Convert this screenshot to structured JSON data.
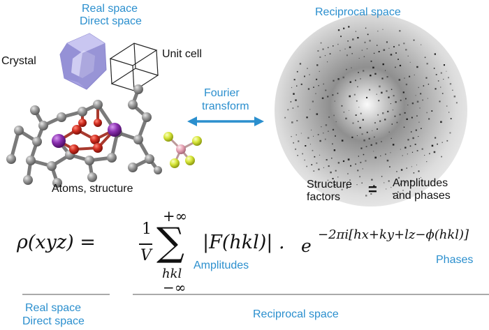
{
  "labels": {
    "real_space_top": "Real space",
    "direct_space_top": "Direct space",
    "crystal": "Crystal",
    "unit_cell": "Unit cell",
    "fourier_line1": "Fourier",
    "fourier_line2": "transform",
    "atoms_structure": "Atoms, structure",
    "reciprocal_space_top": "Reciprocal space",
    "structure_line1": "Structure",
    "structure_line2": "factors",
    "equals": "=",
    "amplitudes_line1": "Amplitudes",
    "amplitudes_line2": "and phases",
    "amplitudes_eq": "Amplitudes",
    "phases_eq": "Phases",
    "real_space_bottom": "Real space",
    "direct_space_bottom": "Direct space",
    "reciprocal_space_bottom": "Reciprocal space"
  },
  "equation": {
    "lhs": "ρ(xyz) =",
    "frac_num": "1",
    "frac_den": "V",
    "sum_upper": "+∞",
    "sum_symbol": "∑",
    "sum_lower_index": "hkl",
    "sum_lower": "−∞",
    "modulus": "|F(hkl)| .",
    "exp_base": "e",
    "exponent": "−2πi[hx+ky+lz−ϕ(hkl)]"
  },
  "colors": {
    "accent_blue": "#2b8fce",
    "crystal_purple": "#9b95d8",
    "atom_gray": "#8c8c8c",
    "atom_red": "#cc2a1e",
    "atom_purple": "#8a2fb0",
    "atom_yellow": "#d7e63a",
    "atom_pink": "#e9a7b8"
  }
}
